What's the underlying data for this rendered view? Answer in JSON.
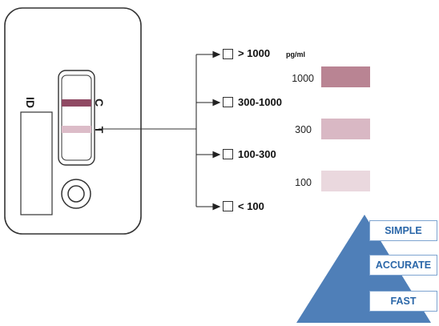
{
  "device": {
    "id_label": "ID",
    "control_label": "C",
    "test_label": "T"
  },
  "unit": "pg/ml",
  "bins": [
    {
      "label": "> 1000"
    },
    {
      "label": "300-1000"
    },
    {
      "label": "100-300"
    },
    {
      "label": "< 100"
    }
  ],
  "swatches": [
    {
      "value": "1000",
      "color": "#b98493"
    },
    {
      "value": "300",
      "color": "#d9b8c4"
    },
    {
      "value": "100",
      "color": "#ead8de"
    }
  ],
  "colors": {
    "control_line": "#8f4a63",
    "test_line": "#dcbcc8",
    "triangle": "#4f7fb8",
    "badge_text": "#2a66a8"
  },
  "features": [
    {
      "label": "SIMPLE"
    },
    {
      "label": "ACCURATE"
    },
    {
      "label": "FAST"
    }
  ]
}
